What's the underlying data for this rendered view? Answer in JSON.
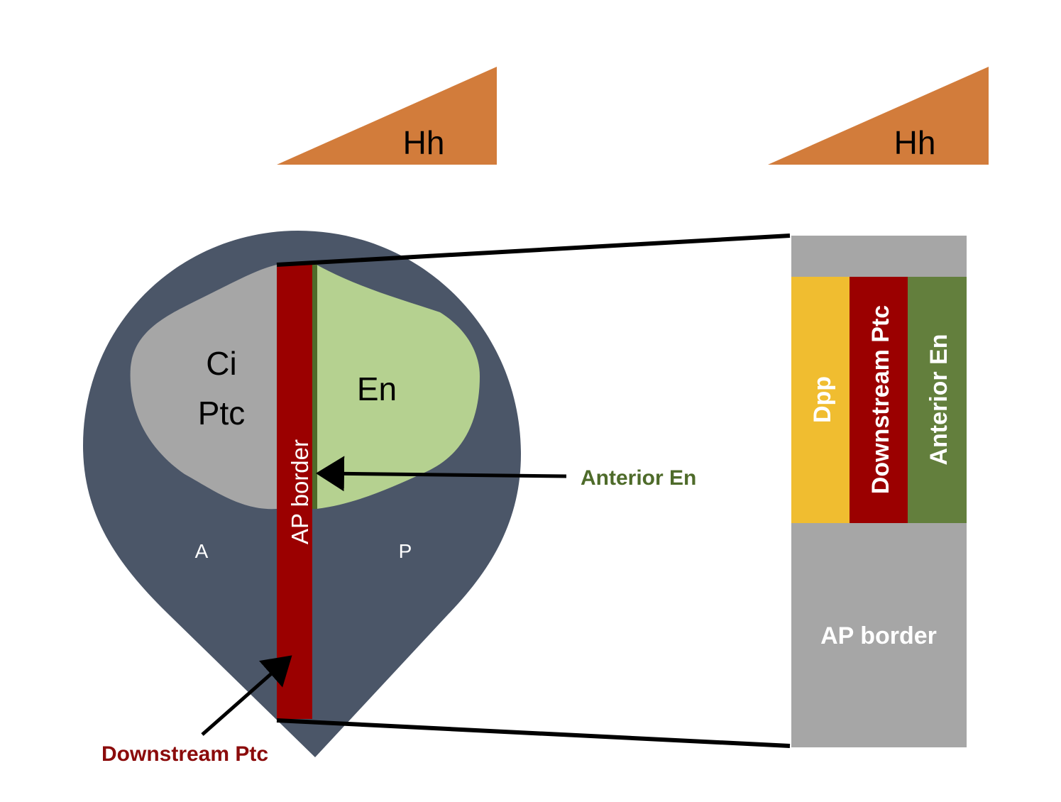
{
  "gradients": [
    {
      "label": "Hh"
    },
    {
      "label": "Hh"
    }
  ],
  "disc": {
    "anterior_domain": {
      "line1": "Ci",
      "line2": "Ptc"
    },
    "posterior_domain": {
      "label": "En"
    },
    "border_stripe": {
      "label": "AP border"
    },
    "compartment_a": "A",
    "compartment_p": "P"
  },
  "callouts": {
    "anterior_en": "Anterior En",
    "downstream_ptc": "Downstream Ptc"
  },
  "zoom_panel": {
    "columns": [
      {
        "label": "Dpp"
      },
      {
        "label": "Downstream Ptc"
      },
      {
        "label": "Anterior En"
      }
    ],
    "bottom_label": "AP border"
  },
  "colors": {
    "hh_gradient": "#d27c3b",
    "disc": "#4b5668",
    "ci_ptc_region": "#a6a6a6",
    "en_region": "#b5d190",
    "ap_border_stripe": "#9b0000",
    "anterior_en_stripe": "#4e6b2a",
    "dpp": "#f0bd30",
    "downstream_ptc": "#9b0000",
    "anterior_en": "#637f3d",
    "panel_gray": "#a6a6a6",
    "callout_green": "#4e6b2a",
    "callout_red": "#8b0b0b"
  }
}
